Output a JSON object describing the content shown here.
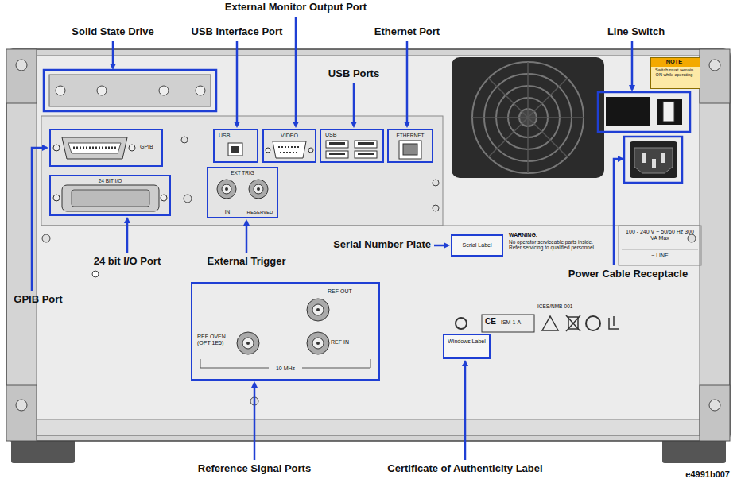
{
  "diagram": {
    "nodes": [
      {
        "text": [
          "GPIB"
        ]
      },
      {
        "text": [
          "USB"
        ]
      },
      {
        "text": [
          "VIDEO"
        ]
      },
      {
        "text": [
          "USB"
        ]
      },
      {
        "text": [
          "ETHERNET"
        ]
      },
      {
        "text": [
          "NOTE",
          "Switch must remain ON while operating"
        ]
      },
      {
        "text": [
          "24 BIT I/O"
        ]
      },
      {
        "text": [
          "EXT TRIG",
          "IN",
          "RESERVED"
        ]
      },
      {
        "text": [
          "Serial Label"
        ]
      },
      {
        "text": [
          "REF OUT",
          "REF OVEN (OPT 1E5)",
          "REF IN",
          "10 MHz"
        ]
      },
      {
        "text": [
          "Windows Label"
        ]
      }
    ],
    "labels": [
      "External Monitor Output Port",
      "Solid State Drive",
      "USB Interface Port",
      "Ethernet Port",
      "Line Switch",
      "USB Ports",
      "24 bit I/O Port",
      "External Trigger",
      "Serial Number Plate",
      "WARNING:",
      "No operator serviceable parts inside. Refer servicing to qualified personnel.",
      "100 - 240 V ~ 50/60 Hz 300 VA Max",
      "~ LINE",
      "Power Cable Receptacle",
      "GPIB Port",
      "ICES/NMB-001",
      "CE",
      "ISM 1-A",
      "Reference Signal Ports",
      "Certificate of Authenticity Label",
      "e4991b007"
    ]
  }
}
